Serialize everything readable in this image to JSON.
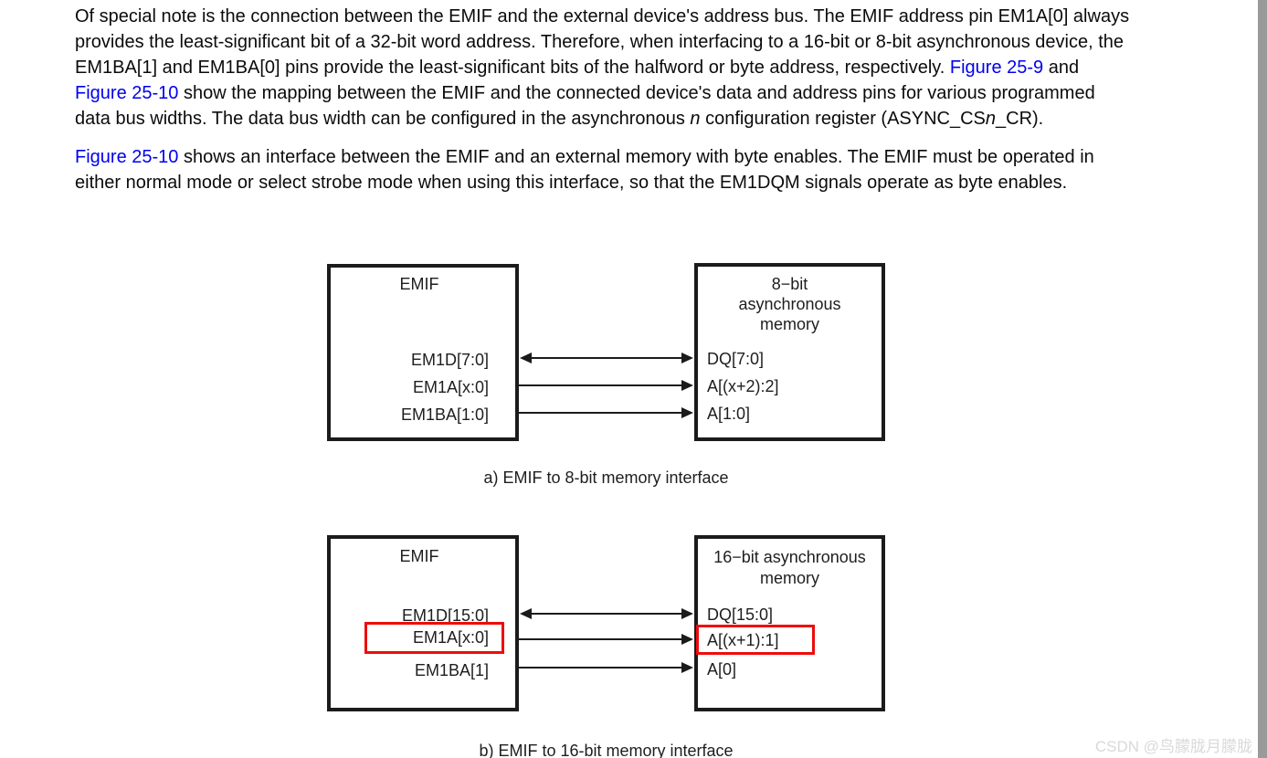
{
  "page": {
    "watermark": "CSDN @鸟朦胧月朦胧",
    "colors": {
      "link": "#0000ee",
      "body_text": "#0b0b0b",
      "diagram_lines": "#1b1b1b",
      "highlight_red": "#ee0c0c",
      "scrollbar": "#9a9a9a",
      "watermark_gray": "#d9d9d9"
    }
  },
  "paragraphs": [
    {
      "segments": [
        {
          "t": "Of special note is the connection between the EMIF and the external device's address bus. The EMIF address pin EM1A[0] always provides the least-significant bit of a 32-bit word address. Therefore, when interfacing to a 16-bit or 8-bit asynchronous device, the EM1BA[1] and EM1BA[0] pins provide the least-significant bits of the halfword or byte address, respectively. ",
          "s": "text"
        },
        {
          "t": "Figure 25-9",
          "s": "link"
        },
        {
          "t": " and ",
          "s": "text"
        },
        {
          "t": "Figure 25-10",
          "s": "link"
        },
        {
          "t": " show the mapping between the EMIF and the connected device's data and address pins for various programmed data bus widths. The data bus width can be configured in the asynchronous ",
          "s": "text"
        },
        {
          "t": "n",
          "s": "italic"
        },
        {
          "t": " configuration register (ASYNC_CS",
          "s": "text"
        },
        {
          "t": "n",
          "s": "italic"
        },
        {
          "t": "_CR).",
          "s": "text"
        }
      ]
    },
    {
      "segments": [
        {
          "t": "Figure 25-10",
          "s": "link"
        },
        {
          "t": " shows an interface between the EMIF and an external memory with byte enables. The EMIF must be operated in either normal mode or select strobe mode when using this interface, so that the EM1DQM signals operate as byte enables.",
          "s": "text"
        }
      ]
    }
  ],
  "diagrams": [
    {
      "left_box": {
        "title": "EMIF",
        "signals": [
          "EM1D[7:0]",
          "EM1A[x:0]",
          "EM1BA[1:0]"
        ]
      },
      "right_box": {
        "title_lines": [
          "8−bit",
          "asynchronous",
          "memory"
        ],
        "signals": [
          "DQ[7:0]",
          "A[(x+2):2]",
          "A[1:0]"
        ]
      },
      "arrows": [
        "bidirectional",
        "to-memory",
        "to-memory"
      ],
      "caption": "a) EMIF to 8-bit memory interface"
    },
    {
      "left_box": {
        "title": "EMIF",
        "signals": [
          "EM1D[15:0]",
          "EM1A[x:0]",
          "EM1BA[1]"
        ]
      },
      "right_box": {
        "title_lines": [
          "16−bit asynchronous",
          "memory"
        ],
        "signals": [
          "DQ[15:0]",
          "A[(x+1):1]",
          "A[0]"
        ]
      },
      "arrows": [
        "bidirectional",
        "to-memory",
        "to-memory"
      ],
      "caption": "b) EMIF to 16-bit memory interface",
      "highlighted_left_signal": "EM1A[x:0]",
      "highlighted_right_signal": "A[(x+1):1]"
    }
  ]
}
